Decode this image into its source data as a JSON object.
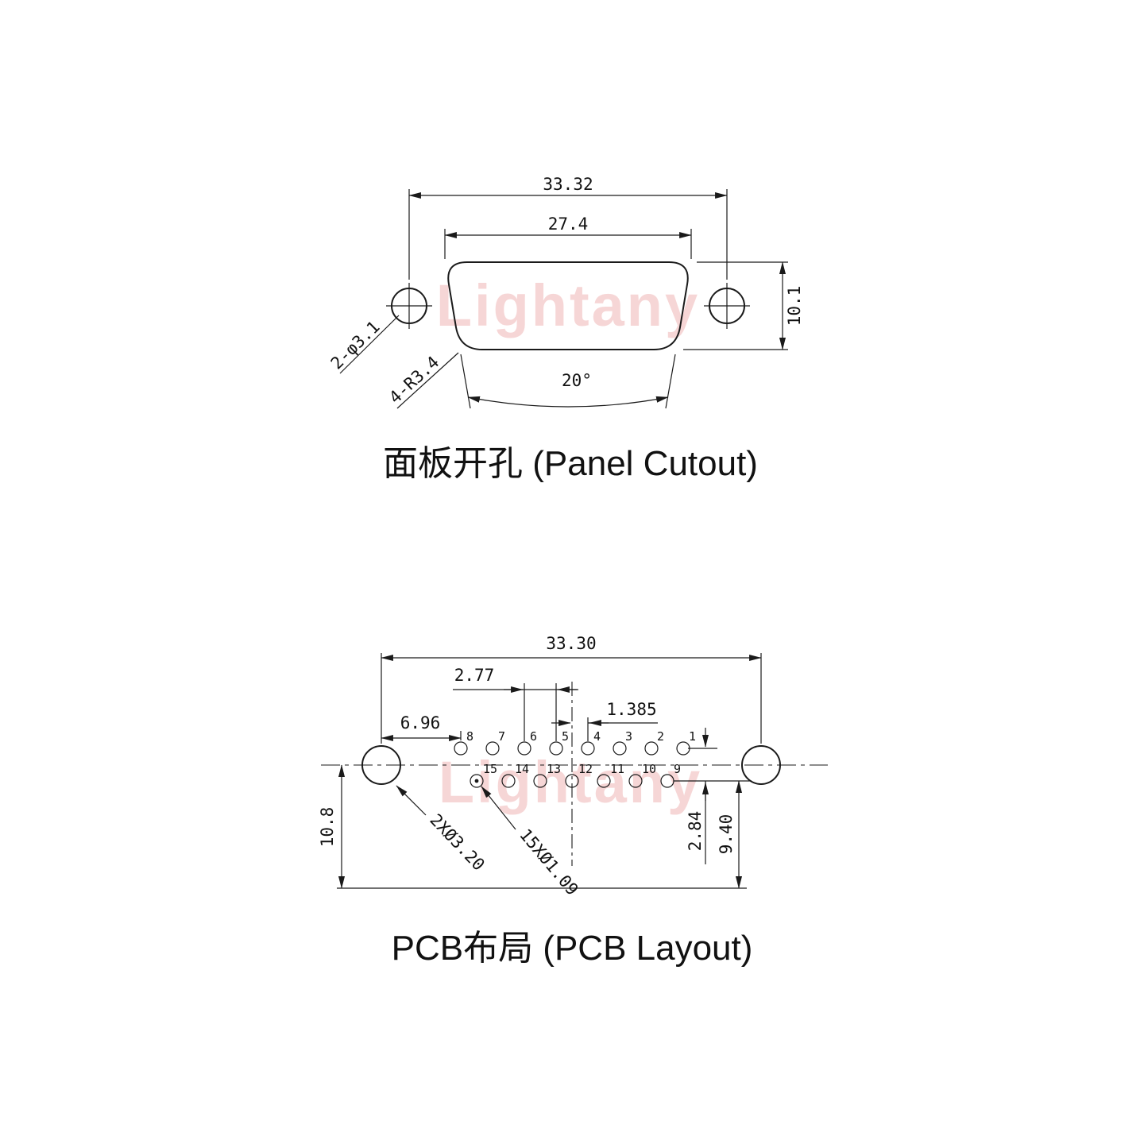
{
  "watermark": {
    "text": "Lightany",
    "color": "#f6d2d2"
  },
  "panel_cutout": {
    "caption": "面板开孔 (Panel Cutout)",
    "dim_outer_width": "33.32",
    "dim_inner_width": "27.4",
    "dim_height": "10.1",
    "dim_angle": "20°",
    "label_mount_holes": "2-φ3.1",
    "label_corner_radius": "4-R3.4"
  },
  "pcb_layout": {
    "caption": "PCB布局 (PCB Layout)",
    "dim_outer_width": "33.30",
    "dim_pin_pitch": "2.77",
    "dim_row_offset": "1.385",
    "dim_edge_to_pin": "6.96",
    "dim_center_to_edge": "10.8",
    "dim_row_spacing": "2.84",
    "dim_row_to_edge": "9.40",
    "label_mount_holes": "2XØ3.20",
    "label_pin_holes": "15XØ1.09",
    "top_row_pins": [
      "8",
      "7",
      "6",
      "5",
      "4",
      "3",
      "2",
      "1"
    ],
    "bottom_row_pins": [
      "15",
      "14",
      "13",
      "12",
      "11",
      "10",
      "9"
    ]
  }
}
